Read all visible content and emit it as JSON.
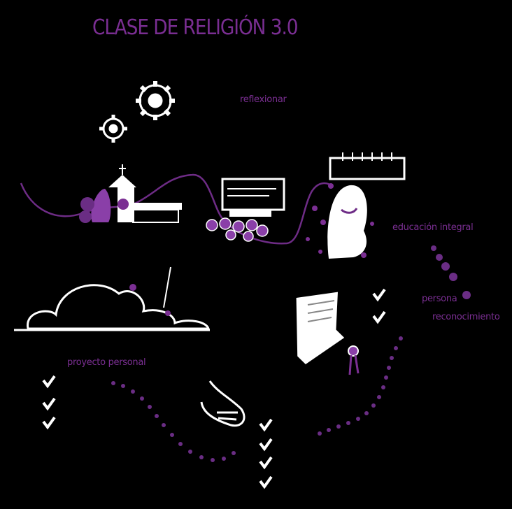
{
  "title": "CLASE DE RELIGIÓN 3.0",
  "labels": {
    "reflexionar": "reflexionar",
    "educacion_integral": "educación integral",
    "persona": "persona",
    "reconocimiento": "reconocimiento",
    "proyecto_personal": "proyecto personal"
  },
  "colors": {
    "background": "#000000",
    "accent": "#7b2f93",
    "ink": "#ffffff"
  },
  "icons": [
    "gear-icon",
    "church-icon",
    "laptop-icon",
    "person-thinking-icon",
    "calendar-icon",
    "cloud-icon",
    "diploma-scroll-icon",
    "hand-icon",
    "checkmark-icon"
  ]
}
